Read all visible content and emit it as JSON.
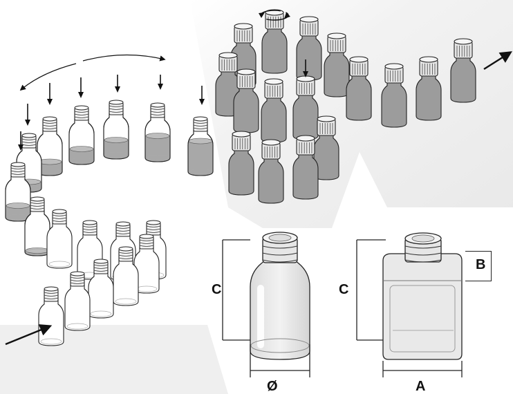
{
  "dimension_labels": {
    "height_round": "C",
    "height_square": "C",
    "shoulder": "B",
    "diameter": "Ø",
    "width": "A"
  },
  "colors": {
    "empty_glass": "#ffffff",
    "filled_liquid": "#a8a8a8",
    "capped_bottle": "#9c9c9c",
    "cap": "#e6e6e6",
    "outline": "#222222",
    "flow_background": "#eeeeee",
    "detail_bottle": "#e9e9e9"
  },
  "icons": [
    "rotating-cap-arrow-icon",
    "down-arrow-icon",
    "flow-arrow-icon",
    "curved-double-arrow-icon"
  ]
}
